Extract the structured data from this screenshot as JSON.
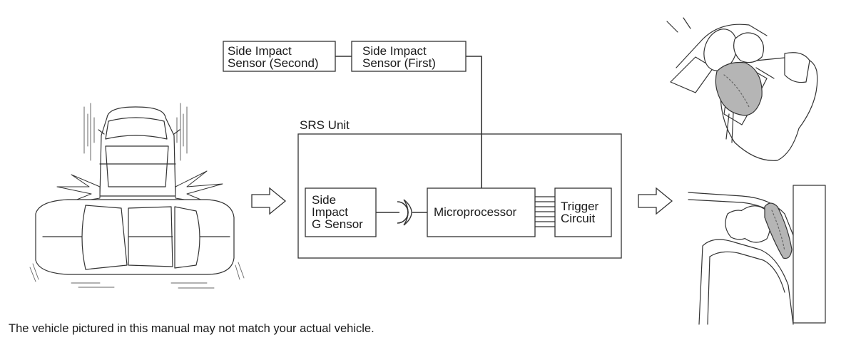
{
  "diagram": {
    "sensor_second": "Side Impact\nSensor (Second)",
    "sensor_first": "Side Impact\nSensor (First)",
    "srs_unit": "SRS Unit",
    "g_sensor": "Side\nImpact\nG Sensor",
    "microprocessor": "Microprocessor",
    "trigger_circuit": "Trigger\nCircuit"
  },
  "footer": {
    "note": "The vehicle pictured in this manual may not match your actual vehicle."
  }
}
